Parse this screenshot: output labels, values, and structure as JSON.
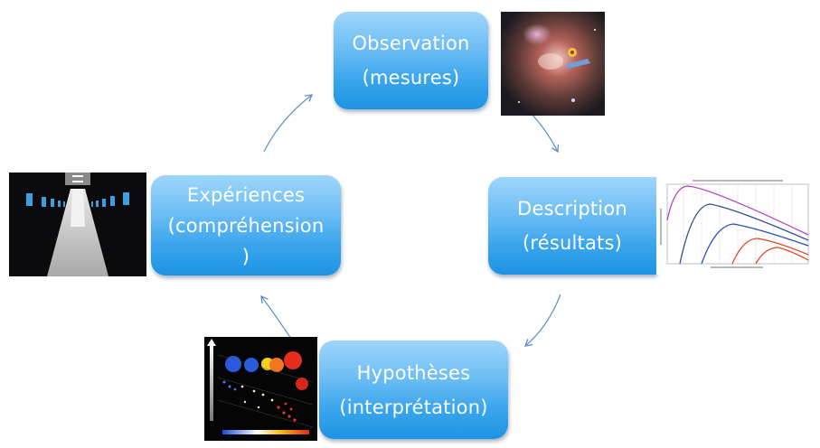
{
  "diagram": {
    "type": "cycle",
    "colors": {
      "box_top": "#9fd6fb",
      "box_bottom": "#1d93e3",
      "arrow": "#5b8fc7",
      "text": "#ffffff"
    },
    "nodes": [
      {
        "id": "observation",
        "line1": "Observation",
        "line2": "(mesures)",
        "image": "orion-nebula-image"
      },
      {
        "id": "description",
        "line1": "Description",
        "line2": "(résultats)",
        "image": "blackbody-curves-chart-image"
      },
      {
        "id": "hypotheses",
        "line1": "Hypothèses",
        "line2": "(interprétation)",
        "image": "hertzsprung-russell-diagram-image"
      },
      {
        "id": "experiences",
        "line1": "Expériences",
        "line2": "(compréhension",
        "line3": ")",
        "image": "supercomputer-datacenter-image"
      }
    ],
    "edges": [
      {
        "from": "observation",
        "to": "description"
      },
      {
        "from": "description",
        "to": "hypotheses"
      },
      {
        "from": "hypotheses",
        "to": "experiences"
      },
      {
        "from": "experiences",
        "to": "observation"
      }
    ]
  }
}
